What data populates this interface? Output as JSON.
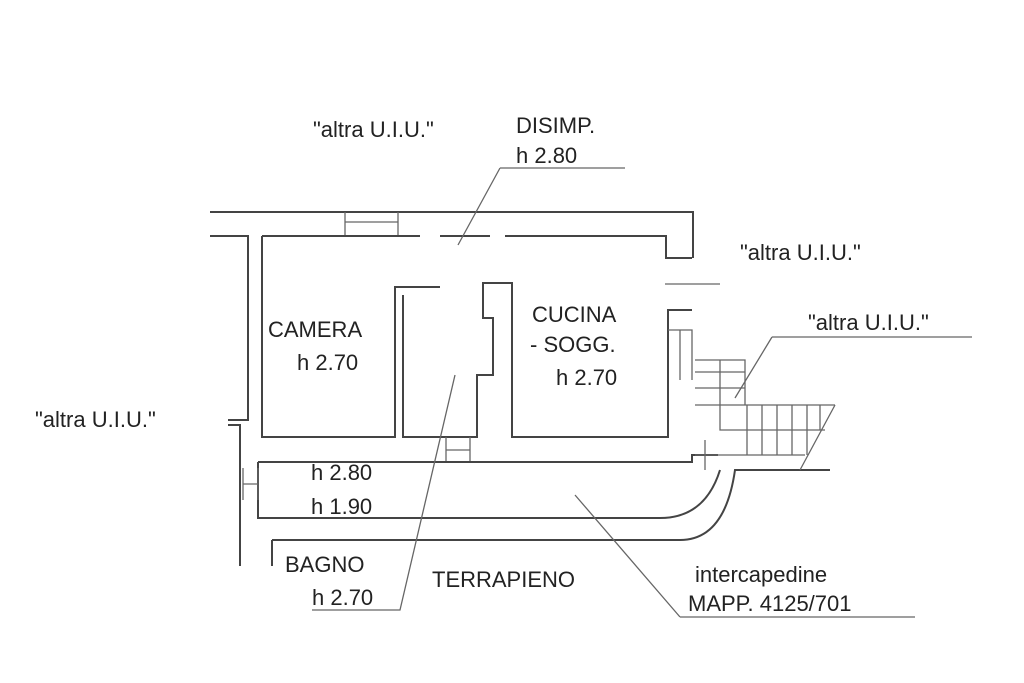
{
  "labels": {
    "altra_top": "\"altra U.I.U.\"",
    "disimp": "DISIMP.",
    "disimp_h": "h 2.80",
    "altra_right1": "\"altra U.I.U.\"",
    "altra_right2": "\"altra U.I.U.\"",
    "altra_left": "\"altra U.I.U.\"",
    "camera": "CAMERA",
    "camera_h": "h 2.70",
    "cucina": "CUCINA",
    "sogg": "- SOGG.",
    "cucina_h": "h 2.70",
    "corridor_h1": "h 2.80",
    "corridor_h2": "h 1.90",
    "bagno": "BAGNO",
    "bagno_h": "h 2.70",
    "terrapieno": "TERRAPIENO",
    "intercapedine": "intercapedine",
    "mapp": "MAPP. 4125/701"
  },
  "colors": {
    "line": "#444444",
    "text": "#222222"
  }
}
